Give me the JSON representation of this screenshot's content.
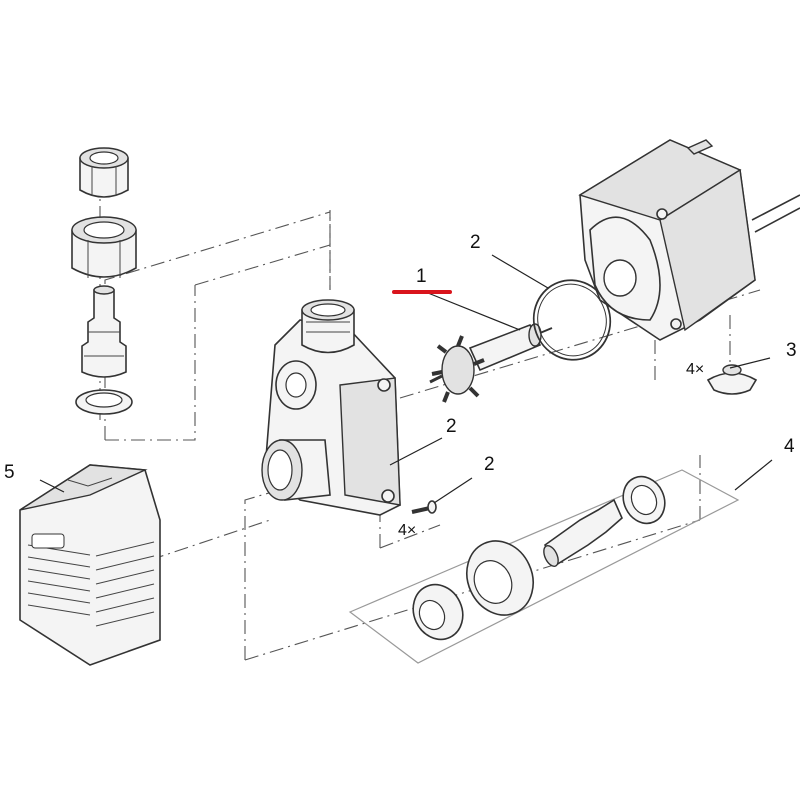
{
  "diagram": {
    "labels": {
      "impeller": "1",
      "o_ring": "2",
      "pump_housing": "2",
      "screw": "2",
      "foot": "3",
      "connector_kit": "4",
      "cover": "5"
    },
    "quantities": {
      "feet": "4×",
      "screws": "4×"
    },
    "highlight_color": "#d9141c"
  }
}
